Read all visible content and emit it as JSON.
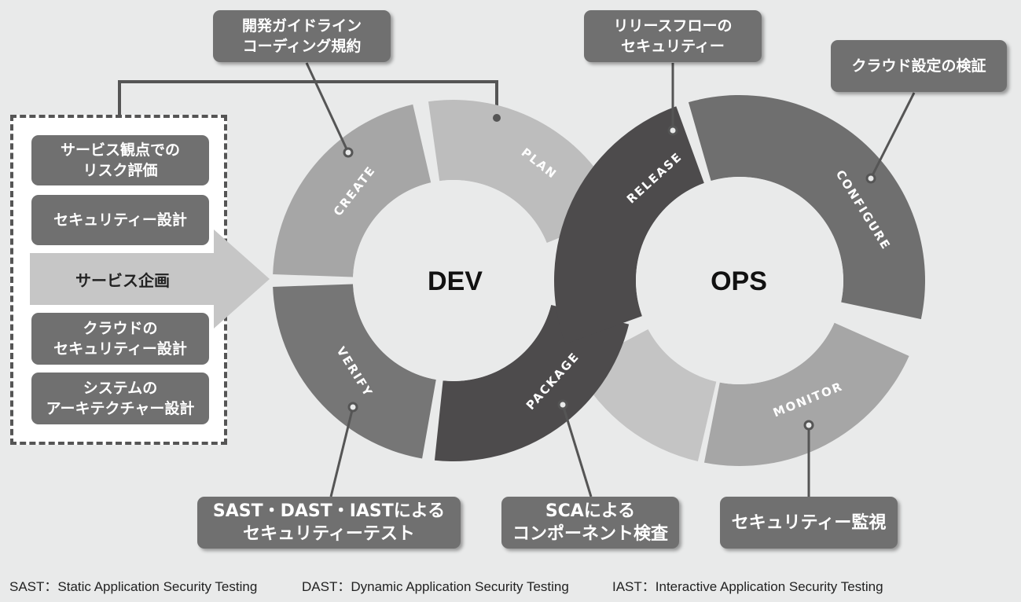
{
  "diagram": {
    "dev_label": "DEV",
    "ops_label": "OPS",
    "segments": {
      "plan": "PLAN",
      "create": "CREATE",
      "verify": "VERIFY",
      "package": "PACKAGE",
      "release": "RELEASE",
      "configure": "CONFIGURE",
      "monitor": "MONITOR"
    }
  },
  "callouts": {
    "create": "開発ガイドライン\nコーディング規約",
    "release": "リリースフローの\nセキュリティー",
    "configure": "クラウド設定の検証",
    "verify": "SAST・DAST・IASTによる\nセキュリティーテスト",
    "package": "SCAによる\nコンポーネント検査",
    "monitor": "セキュリティー監視"
  },
  "planning": {
    "items": [
      "サービス観点での\nリスク評価",
      "セキュリティー設計",
      "クラウドの\nセキュリティー設計",
      "システムの\nアーキテクチャー設計"
    ],
    "arrow_label": "サービス企画"
  },
  "footer": {
    "sast": "SAST：Static Application Security Testing",
    "dast": "DAST：Dynamic Application Security Testing",
    "iast": "IAST：Interactive Application Security Testing"
  },
  "colors": {
    "background": "#e9eaea",
    "plan": "#bdbdbd",
    "create": "#a6a6a6",
    "verify": "#767676",
    "package": "#4d4b4c",
    "release": "#4d4b4c",
    "configure": "#6f6f6f",
    "monitor": "#a6a6a6",
    "bottom_link": "#c4c4c4",
    "callout": "#707070"
  }
}
